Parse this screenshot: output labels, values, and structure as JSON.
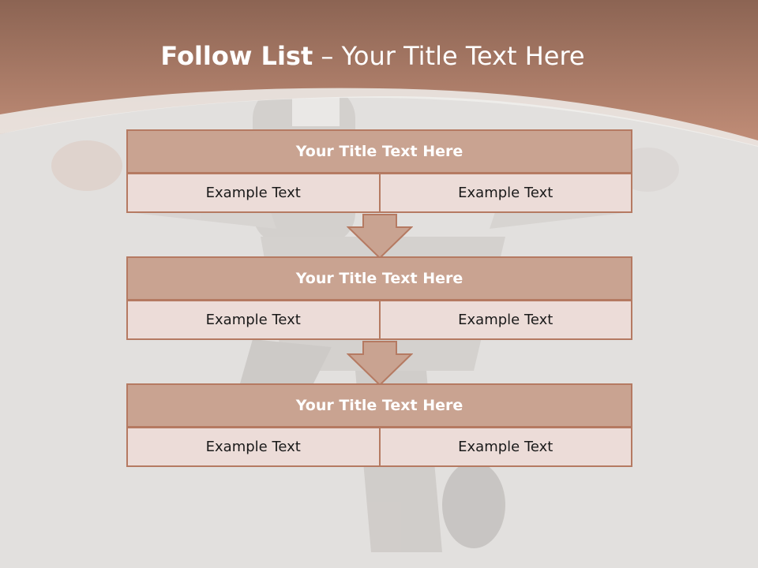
{
  "slide": {
    "title_bold": "Follow List",
    "title_rest": " – Your Title Text Here"
  },
  "blocks": [
    {
      "title": "Your Title Text Here",
      "left": "Example Text",
      "right": "Example Text"
    },
    {
      "title": "Your Title Text Here",
      "left": "Example Text",
      "right": "Example Text"
    },
    {
      "title": "Your Title Text Here",
      "left": "Example Text",
      "right": "Example Text"
    }
  ],
  "colors": {
    "header_band": "#b07b67",
    "block_title_fill": "#c9a391",
    "cell_fill": "#ecdcd8",
    "border": "#b57a62"
  }
}
